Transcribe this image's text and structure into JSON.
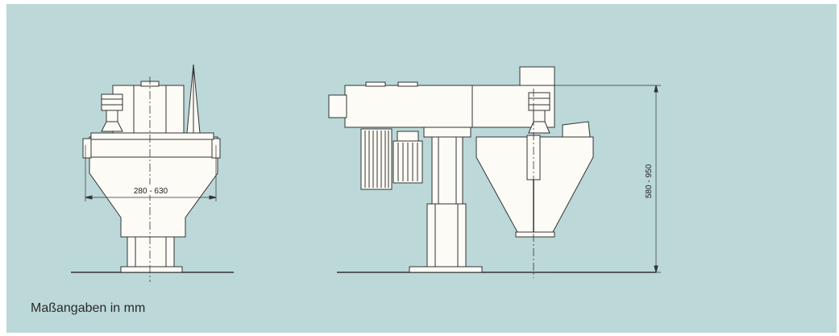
{
  "dimensions": {
    "diameter_range": "280 - 630",
    "height_range": "580 - 950"
  },
  "caption": "Maßangaben in mm"
}
